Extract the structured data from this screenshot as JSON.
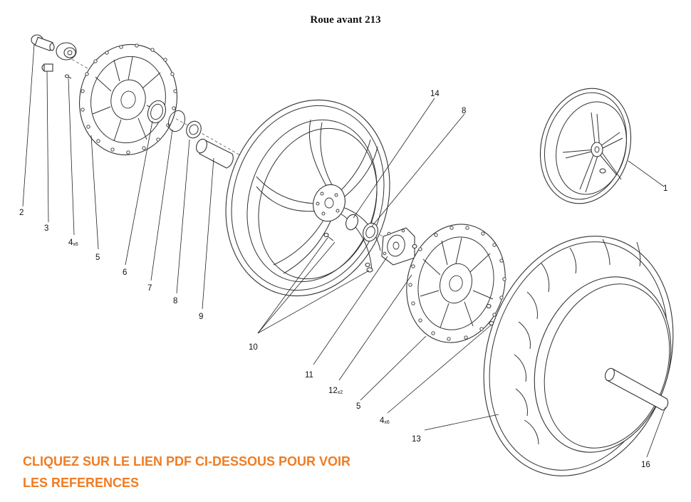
{
  "title": "Roue avant 213",
  "callouts": {
    "c1": "1",
    "c2": "2",
    "c3": "3",
    "c4a": "4",
    "c4a_sub": "x6",
    "c5a": "5",
    "c6": "6",
    "c7": "7",
    "c8a": "8",
    "c9": "9",
    "c10": "10",
    "c11": "11",
    "c12": "12",
    "c12_sub": "x2",
    "c5b": "5",
    "c4b": "4",
    "c4b_sub": "x6",
    "c13": "13",
    "c14": "14",
    "c8b": "8",
    "c16": "16"
  },
  "cta": {
    "line1": "CLIQUEZ SUR LE LIEN PDF CI-DESSOUS POUR VOIR",
    "line2": "LES REFERENCES"
  },
  "colors": {
    "cta": "#f07c22",
    "ink": "#333333"
  }
}
